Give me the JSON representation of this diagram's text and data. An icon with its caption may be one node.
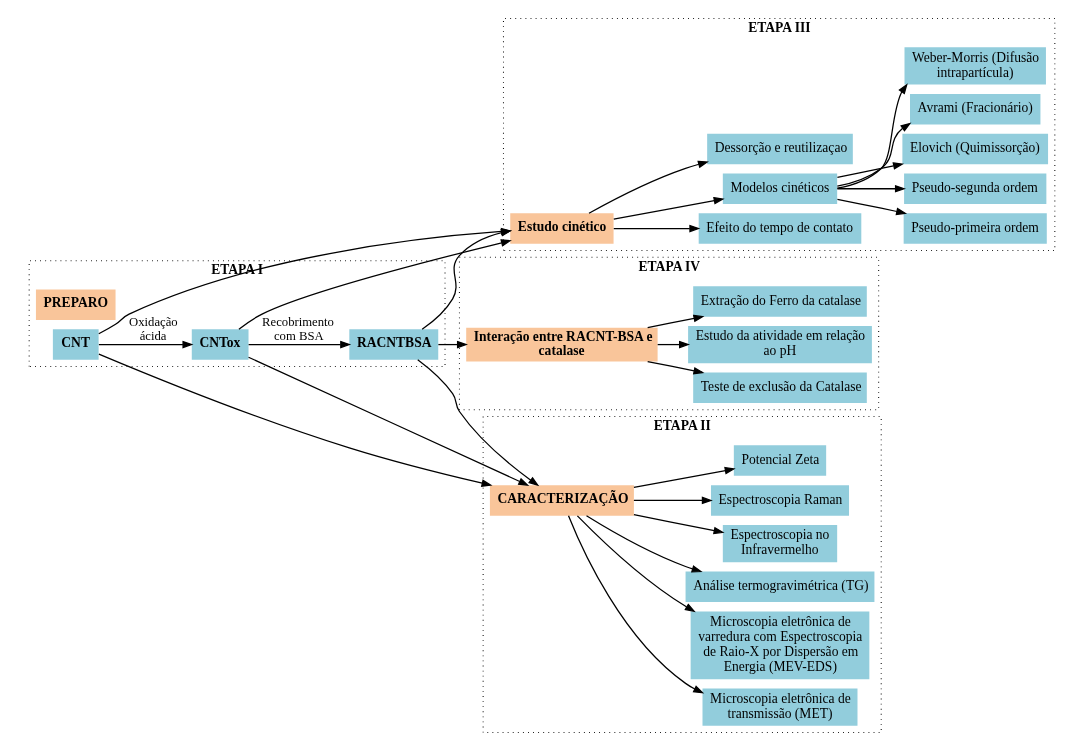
{
  "diagram": {
    "nodes": [
      {
        "text": [
          "ETAPA I"
        ]
      },
      {
        "text": [
          "PREPARO"
        ],
        "in": 0
      },
      {
        "text": [
          "CNT"
        ],
        "in": 0
      },
      {
        "text": [
          "CNTox"
        ],
        "in": 0
      },
      {
        "text": [
          "RACNTBSA"
        ],
        "in": 0
      },
      {
        "text": [
          "ETAPA II"
        ]
      },
      {
        "text": [
          "CARACTERIZAÇÃO"
        ],
        "in": 5
      },
      {
        "text": [
          "Microscopia eletrônica de transmissão (MET)"
        ],
        "in": 5
      },
      {
        "text": [
          "Microscopia eletrônica de varredura com Espectroscopia de Raio-X por Dispersão em Energia (MEV-EDS)"
        ],
        "in": 5
      },
      {
        "text": [
          "Análise termogravimétrica (TG)"
        ],
        "in": 5
      },
      {
        "text": [
          "Espectroscopia no Infravermelho"
        ],
        "in": 5
      },
      {
        "text": [
          "Espectroscopia Raman"
        ],
        "in": 5
      },
      {
        "text": [
          "Potencial Zeta"
        ],
        "in": 5
      },
      {
        "text": [
          "ETAPA III"
        ]
      },
      {
        "text": [
          "Estudo cinético"
        ],
        "in": 13
      },
      {
        "text": [
          "Efeito do tempo de contato"
        ],
        "in": 13
      },
      {
        "text": [
          "Modelos cinéticos"
        ],
        "in": 13
      },
      {
        "text": [
          "Pseudo-primeira ordem"
        ],
        "in": 13
      },
      {
        "text": [
          "Pseudo-segunda ordem"
        ],
        "in": 13
      },
      {
        "text": [
          "Elovich (Quimissorção)"
        ],
        "in": 13
      },
      {
        "text": [
          "Avrami (Fracionário)"
        ],
        "in": 13
      },
      {
        "text": [
          "Weber-Morris (Difusão intrapartícula)"
        ],
        "in": 13
      },
      {
        "text": [
          "Dessorção e reutilizaçao"
        ],
        "in": 13
      },
      {
        "text": [
          "ETAPA IV"
        ]
      },
      {
        "text": [
          "Interação entre RACNT-BSA e catalase"
        ],
        "in": 23
      },
      {
        "text": [
          "Teste de exclusão da Catalase"
        ],
        "in": 23
      },
      {
        "text": [
          "Estudo da atividade em relação ao pH"
        ],
        "in": 23
      },
      {
        "text": [
          "Extração do Ferro da catalase"
        ],
        "in": 23
      }
    ],
    "edges": [
      {
        "from": 2,
        "to": 3,
        "arrow": "to",
        "label": "Oxidação ácida"
      },
      {
        "from": 3,
        "to": 4,
        "arrow": "to",
        "label": "Recobrimento com BSA"
      },
      {
        "from": 2,
        "to": 6,
        "arrow": "to"
      },
      {
        "from": 3,
        "to": 6,
        "arrow": "to"
      },
      {
        "from": 4,
        "to": 6,
        "arrow": "to"
      },
      {
        "from": 6,
        "to": 7,
        "arrow": "to"
      },
      {
        "from": 6,
        "to": 8,
        "arrow": "to"
      },
      {
        "from": 6,
        "to": 9,
        "arrow": "to"
      },
      {
        "from": 6,
        "to": 10,
        "arrow": "to"
      },
      {
        "from": 6,
        "to": 11,
        "arrow": "to"
      },
      {
        "from": 6,
        "to": 12,
        "arrow": "to"
      },
      {
        "from": 2,
        "to": 14,
        "arrow": "to"
      },
      {
        "from": 3,
        "to": 14,
        "arrow": "to"
      },
      {
        "from": 4,
        "to": 14,
        "arrow": "to"
      },
      {
        "from": 4,
        "to": 24,
        "arrow": "to"
      },
      {
        "from": 14,
        "to": 15,
        "arrow": "to"
      },
      {
        "from": 14,
        "to": 16,
        "arrow": "to"
      },
      {
        "from": 14,
        "to": 22,
        "arrow": "to"
      },
      {
        "from": 16,
        "to": 17,
        "arrow": "to"
      },
      {
        "from": 16,
        "to": 18,
        "arrow": "to"
      },
      {
        "from": 16,
        "to": 19,
        "arrow": "to"
      },
      {
        "from": 16,
        "to": 20,
        "arrow": "to"
      },
      {
        "from": 16,
        "to": 21,
        "arrow": "to"
      },
      {
        "from": 24,
        "to": 25,
        "arrow": "to"
      },
      {
        "from": 24,
        "to": 26,
        "arrow": "to"
      },
      {
        "from": 24,
        "to": 27,
        "arrow": "to"
      }
    ]
  }
}
